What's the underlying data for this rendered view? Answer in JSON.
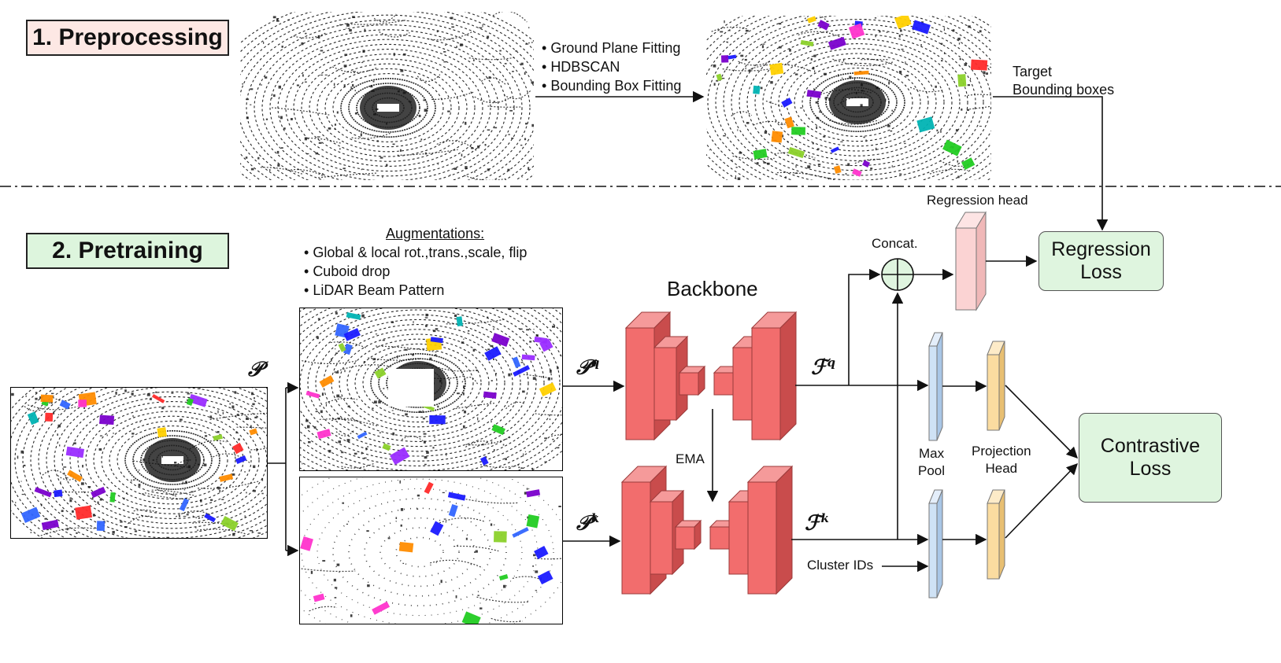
{
  "sections": {
    "preprocessing": "1. Preprocessing",
    "pretraining": "2. Pretraining"
  },
  "preprocessing_steps": [
    "Ground Plane Fitting",
    "HDBSCAN",
    "Bounding Box Fitting"
  ],
  "target_label": [
    "Target",
    "Bounding boxes"
  ],
  "augmentations": {
    "title": "Augmentations:",
    "items": [
      "Global & local rot.,trans.,scale, flip",
      "Cuboid drop",
      "LiDAR Beam Pattern"
    ]
  },
  "labels": {
    "backbone": "Backbone",
    "ema": "EMA",
    "concat": "Concat.",
    "regression_head": "Regression head",
    "max_pool": [
      "Max",
      "Pool"
    ],
    "projection_head": [
      "Projection",
      "Head"
    ],
    "cluster_ids": "Cluster IDs"
  },
  "symbols": {
    "p": "𝒫",
    "pq": "𝒫",
    "pk": "𝒫",
    "fq": "ℱ",
    "fk": "ℱ",
    "q": "q",
    "k": "k"
  },
  "losses": {
    "regression": [
      "Regression",
      "Loss"
    ],
    "contrastive": [
      "Contrastive",
      "Loss"
    ]
  },
  "colors": {
    "backbone": "#f26d6d",
    "backbone_dark": "#c94c4c",
    "regression_head": "#fbd3d3",
    "max_pool": "#cfe2f5",
    "projection_head": "#fbdca0",
    "loss_box": "#dff5df",
    "title_pre": "#fde8e4",
    "title_pre_border": "#222",
    "title_pt": "#ddf5dd"
  }
}
